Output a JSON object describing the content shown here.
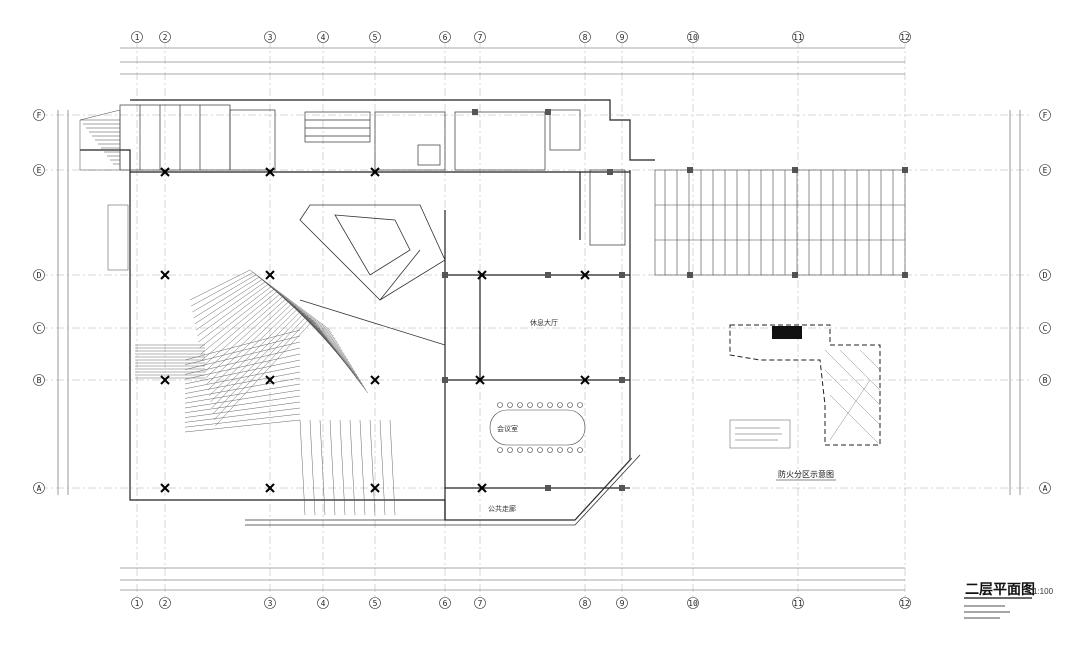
{
  "drawing": {
    "title": "二层平面图",
    "scale": "1:100",
    "zone_diagram_caption": "防火分区示意图",
    "meeting_room_label": "会议室",
    "hall_label": "休息大厅",
    "corridor_label": "公共走廊",
    "columns_top": [
      "1",
      "2",
      "3",
      "4",
      "5",
      "6",
      "7",
      "8",
      "9",
      "10",
      "11",
      "12"
    ],
    "rows_left": [
      "F",
      "E",
      "D",
      "C",
      "B",
      "A"
    ]
  }
}
